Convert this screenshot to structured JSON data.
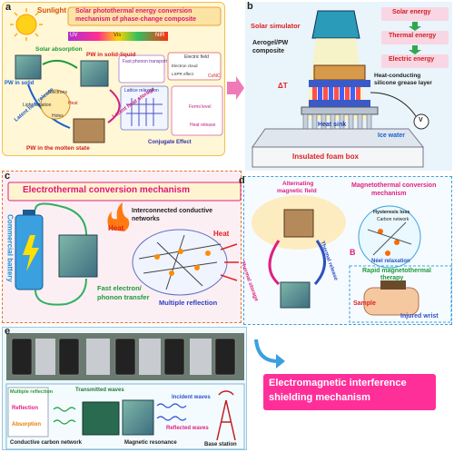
{
  "panel_a": {
    "label": "a",
    "title_line1": "Solar photothermal energy conversion",
    "title_line2": "mechanism of phase-change composite",
    "sunlight": "Sunlight",
    "uv": "UV",
    "vis": "Vis",
    "nir": "NIR",
    "solar_absorption": "Solar absorption",
    "pw_solid_liquid": "PW in solid-liquid",
    "pw_in_solid": "PW in solid",
    "latent_heat_release": "Latent heat release",
    "latent_heat_storage": "Latent heat storage",
    "pw_molten": "PW in the molten state",
    "electrons": "Electrons",
    "heat": "Heat",
    "holes": "Holes",
    "light_radiation": "Light radiation",
    "fast_phonon": "Fast phonon transport",
    "lattice_relaxation": "Lattice relaxation",
    "electric_field": "Electric field",
    "lspr_effect": "LSPR effect",
    "electron_cloud": "Electron cloud",
    "conh": "CoNC",
    "fermi_level": "Fermi level",
    "heat_release": "Heat release",
    "conjugate_effect": "Conjugate Effect"
  },
  "panel_b": {
    "label": "b",
    "solar_simulator": "Solar simulator",
    "aerogel": "Aerogel/PW",
    "composite": "composite",
    "delta_t": "ΔT",
    "heat_conducting": "Heat-conducting",
    "silicone": "silicone grease layer",
    "heat_sink": "Heat sink",
    "ice_water": "Ice water",
    "foam_box": "Insulated foam box",
    "solar_energy": "Solar energy",
    "thermal_energy": "Thermal energy",
    "electric_energy": "Electric energy",
    "meter": "V"
  },
  "panel_c": {
    "label": "c",
    "title": "Electrothermal conversion mechanism",
    "commercial_battery": "Commercial battery",
    "heat": "Heat",
    "networks": "Interconnected conductive",
    "networks2": "networks",
    "heat_right": "Heat",
    "fast_transfer": "Fast electron/",
    "phonon_transfer": "phonon transfer",
    "multiple_reflection": "Multiple reflection"
  },
  "panel_d": {
    "label": "d",
    "alt_field1": "Alternating",
    "alt_field2": "magnetic field",
    "title1": "Magnetothermal conversion",
    "title2": "mechanism",
    "hysteresis": "Hysteresis loss",
    "carbon_network": "Carbon network",
    "neel": "Néel relaxation",
    "b_field": "B",
    "thermal_storage": "Thermal storage",
    "thermal_release": "Thermal release",
    "rapid1": "Rapid magnetothermal",
    "rapid2": "therapy",
    "sample": "Sample",
    "wrist": "Injured wrist"
  },
  "panel_e": {
    "label": "e",
    "multiple_reflection": "Multiple reflection",
    "reflection": "Reflection",
    "absorption": "Absorption",
    "transmitted": "Transmitted waves",
    "incident": "Incident waves",
    "reflected": "Reflected waves",
    "conductive_network": "Conductive carbon network",
    "magnetic_resonance": "Magnetic resonance",
    "base_station": "Base station",
    "emi_line1": "Electromagnetic interference",
    "emi_line2": "shielding mechanism"
  },
  "colors": {
    "magenta": "#e0157a",
    "green": "#1f9a3a",
    "red": "#e02020",
    "blue": "#1a5fd0",
    "yellow_bg": "#fdf6c8",
    "pink_bg": "#fde0ec",
    "cyan_bg": "#e6f5fb",
    "orange_border": "#e8762a"
  }
}
